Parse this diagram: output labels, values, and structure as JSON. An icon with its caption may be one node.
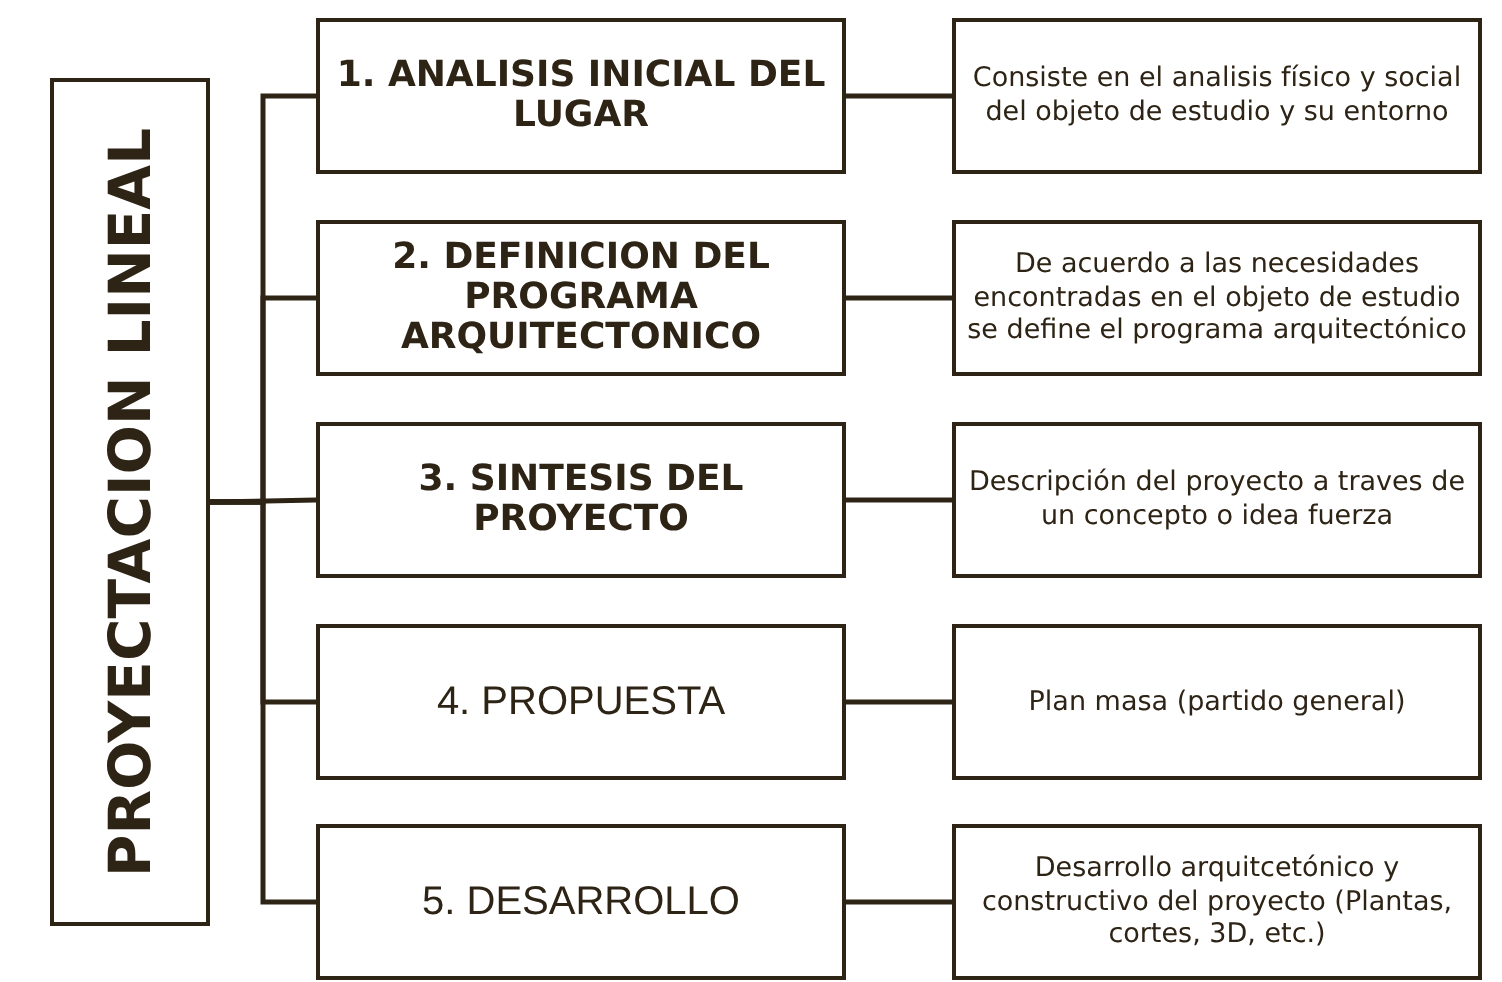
{
  "diagram": {
    "nodes": [
      {
        "text": [
          "PROYECTACION LINEAL"
        ]
      },
      {
        "text": [
          "1. ANALISIS INICIAL DEL LUGAR"
        ]
      },
      {
        "text": [
          "Consiste en el analisis físico y social del objeto de estudio y su entorno"
        ]
      },
      {
        "text": [
          "2. DEFINICION DEL PROGRAMA ARQUITECTONICO"
        ]
      },
      {
        "text": [
          "De acuerdo a las necesidades encontradas en el objeto de estudio se define el programa arquitectónico"
        ]
      },
      {
        "text": [
          "3. SINTESIS DEL PROYECTO"
        ]
      },
      {
        "text": [
          "Descripción del proyecto a traves de un concepto o idea fuerza"
        ]
      },
      {
        "text": [
          "4. PROPUESTA"
        ]
      },
      {
        "text": [
          "Plan masa (partido general)"
        ]
      },
      {
        "text": [
          "5. DESARROLLO"
        ]
      },
      {
        "text": [
          "Desarrollo arquitcetónico y constructivo del proyecto (Plantas, cortes, 3D, etc.)"
        ]
      }
    ],
    "edges": [
      {
        "from": 0,
        "to": 1,
        "arrow": "none"
      },
      {
        "from": 0,
        "to": 3,
        "arrow": "none"
      },
      {
        "from": 0,
        "to": 5,
        "arrow": "none"
      },
      {
        "from": 0,
        "to": 7,
        "arrow": "none"
      },
      {
        "from": 0,
        "to": 9,
        "arrow": "none"
      },
      {
        "from": 1,
        "to": 2,
        "arrow": "none"
      },
      {
        "from": 3,
        "to": 4,
        "arrow": "none"
      },
      {
        "from": 5,
        "to": 6,
        "arrow": "none"
      },
      {
        "from": 7,
        "to": 8,
        "arrow": "none"
      },
      {
        "from": 9,
        "to": 10,
        "arrow": "none"
      }
    ]
  }
}
